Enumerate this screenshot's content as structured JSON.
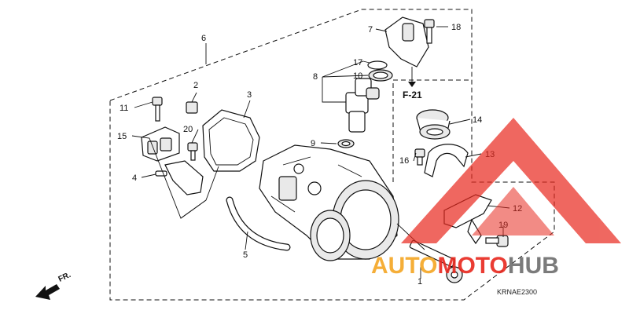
{
  "callouts": {
    "p1": "1",
    "p2": "2",
    "p3": "3",
    "p4": "4",
    "p5": "5",
    "p6": "6",
    "p7": "7",
    "p8": "8",
    "p9": "9",
    "p10": "10",
    "p11": "11",
    "p12": "12",
    "p13": "13",
    "p14": "14",
    "p15": "15",
    "p16": "16",
    "p17": "17",
    "p18": "18",
    "p19": "19",
    "p20": "20"
  },
  "reference_label": "F-21",
  "front_label": "FR.",
  "diagram_code": "KRNAE2300",
  "watermark": {
    "text_part1": "AUTO",
    "text_part2": "MOTO",
    "text_part3": "HUB",
    "color_red": "#e8281e",
    "color_orange": "#f5a623",
    "color_gray": "#6d6d6d"
  }
}
